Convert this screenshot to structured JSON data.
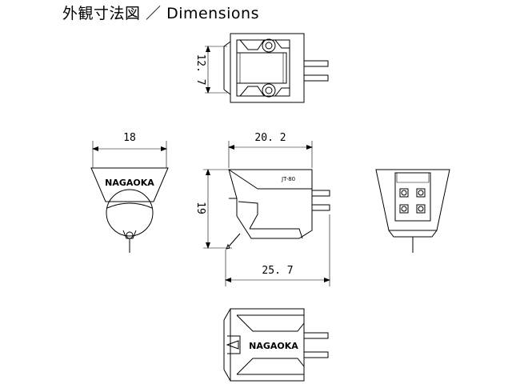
{
  "title": "外観寸法図 ／ Dimensions",
  "brand": "NAGAOKA",
  "model": "JT-80",
  "dimensions": {
    "top_height": "12. 7",
    "front_width": "18",
    "side_depth": "20. 2",
    "side_height": "19",
    "side_length": "25. 7"
  },
  "colors": {
    "line": "#000000",
    "body_fill": "#ffffff",
    "background": "#ffffff"
  }
}
